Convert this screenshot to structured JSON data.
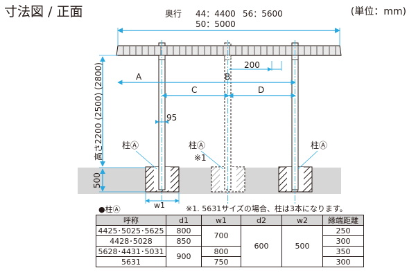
{
  "title": "寸法図 / 正面",
  "unit_note": "(単位：mm)",
  "depth_label_prefix": "奥行",
  "depth_values": [
    "44：4400",
    "56：5600",
    "50：5000"
  ],
  "height_label": "高さ2200 (2500) (2800)",
  "dimension_labels": {
    "pitch": "200",
    "a": "A",
    "b": "B",
    "c": "C",
    "d": "D",
    "post_width": "95",
    "foundation": "500",
    "w1": "w1"
  },
  "post_labels": [
    "柱Ⓐ",
    "柱Ⓐ",
    "柱Ⓐ"
  ],
  "note_mark": "※1",
  "legend": "●柱Ⓐ",
  "footnote": "※1. 5631サイズの場合、柱は3本になります。",
  "table": {
    "headers": [
      "呼称",
      "d1",
      "w1",
      "d2",
      "w2",
      "縁端距離"
    ],
    "rows": [
      {
        "name": "4425･5025･5625",
        "d1": "800",
        "w1": "700",
        "d2": "600",
        "w2": "500",
        "edge": "250"
      },
      {
        "name": "4428･5028",
        "d1": "850",
        "edge": "300"
      },
      {
        "name": "5628･4431･5031",
        "d1": "900",
        "w1": "800",
        "edge": "350"
      },
      {
        "name": "5631",
        "w1": "750",
        "edge": "300"
      }
    ]
  },
  "colors": {
    "dimension_line": "#29a8df",
    "ground": "#d6d6d6",
    "roof_fill": "#e8e8e8",
    "line": "#231815"
  }
}
